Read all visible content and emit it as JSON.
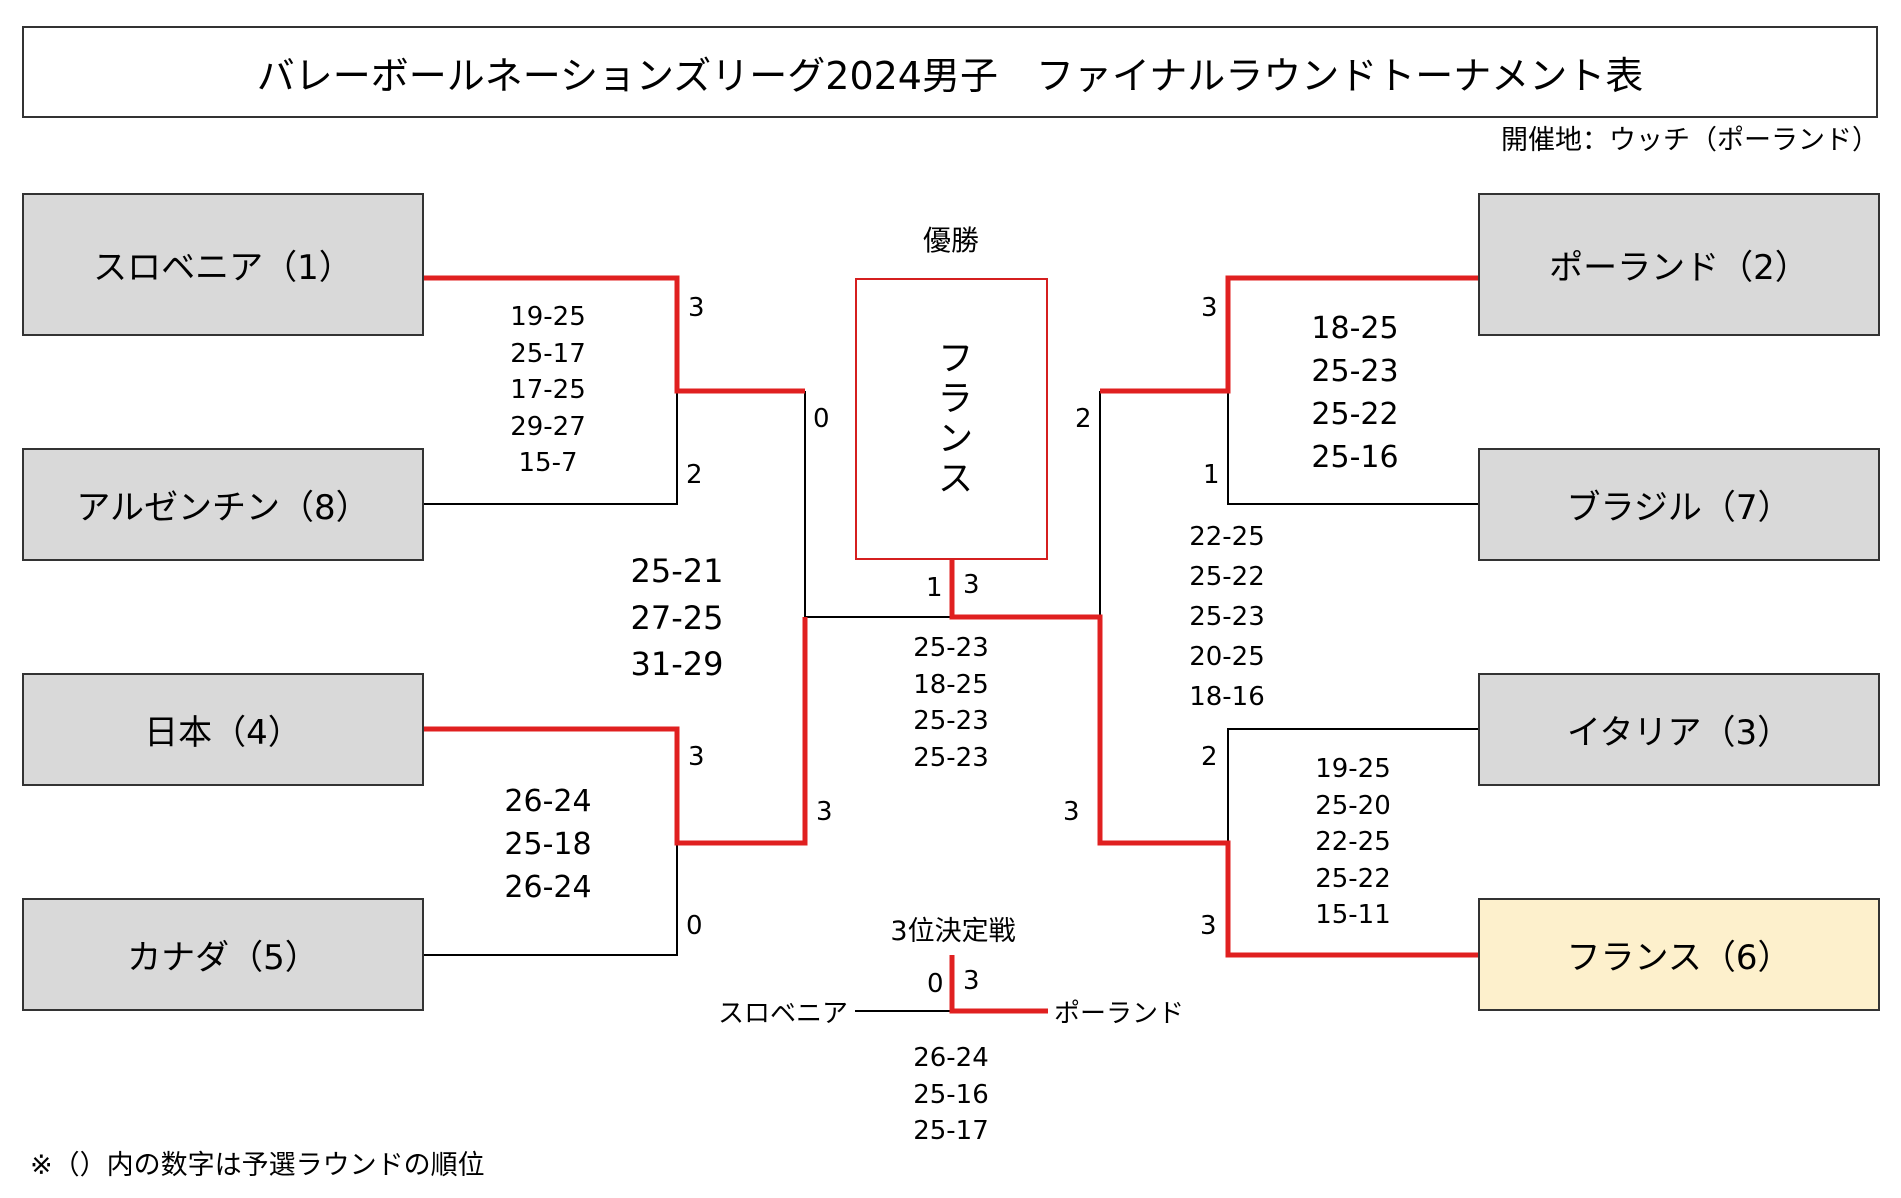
{
  "title": "バレーボールネーションズリーグ2024男子　ファイナルラウンドトーナメント表",
  "venue": "開催地：ウッチ（ポーランド）",
  "champion": {
    "label": "優勝",
    "name": "フランス"
  },
  "teams": {
    "slovenia": "スロベニア（1）",
    "argentina": "アルゼンチン（8）",
    "japan": "日本（4）",
    "canada": "カナダ（5）",
    "poland": "ポーランド（2）",
    "brazil": "ブラジル（7）",
    "italy": "イタリア（3）",
    "france": "フランス（6）"
  },
  "matches": {
    "slo_arg": {
      "top_sets": "3",
      "bottom_sets": "2",
      "scores": [
        "19-25",
        "25-17",
        "17-25",
        "29-27",
        "15-7"
      ]
    },
    "jpn_can": {
      "top_sets": "3",
      "bottom_sets": "0",
      "scores": [
        "26-24",
        "25-18",
        "26-24"
      ]
    },
    "pol_bra": {
      "top_sets": "3",
      "bottom_sets": "1",
      "scores": [
        "18-25",
        "25-23",
        "25-22",
        "25-16"
      ]
    },
    "ita_fra": {
      "top_sets": "2",
      "bottom_sets": "3",
      "scores": [
        "19-25",
        "25-20",
        "22-25",
        "25-22",
        "15-11"
      ]
    },
    "semi_left": {
      "top_sets": "0",
      "bottom_sets": "3",
      "scores": [
        "25-21",
        "27-25",
        "31-29"
      ]
    },
    "semi_right": {
      "top_sets": "2",
      "bottom_sets": "3",
      "scores": [
        "22-25",
        "25-22",
        "25-23",
        "20-25",
        "18-16"
      ]
    },
    "final": {
      "left_sets": "1",
      "right_sets": "3",
      "scores": [
        "25-23",
        "18-25",
        "25-23",
        "25-23"
      ]
    },
    "third": {
      "title": "3位決定戦",
      "left_team": "スロベニア",
      "right_team": "ポーランド",
      "left_sets": "0",
      "right_sets": "3",
      "scores": [
        "26-24",
        "25-16",
        "25-17"
      ]
    }
  },
  "note": "※（）内の数字は予選ラウンドの順位",
  "colors": {
    "win_line": "#e02020",
    "line": "#000000",
    "team_bg": "#d9d9d9",
    "champion_team_bg": "#fdf0cc"
  }
}
